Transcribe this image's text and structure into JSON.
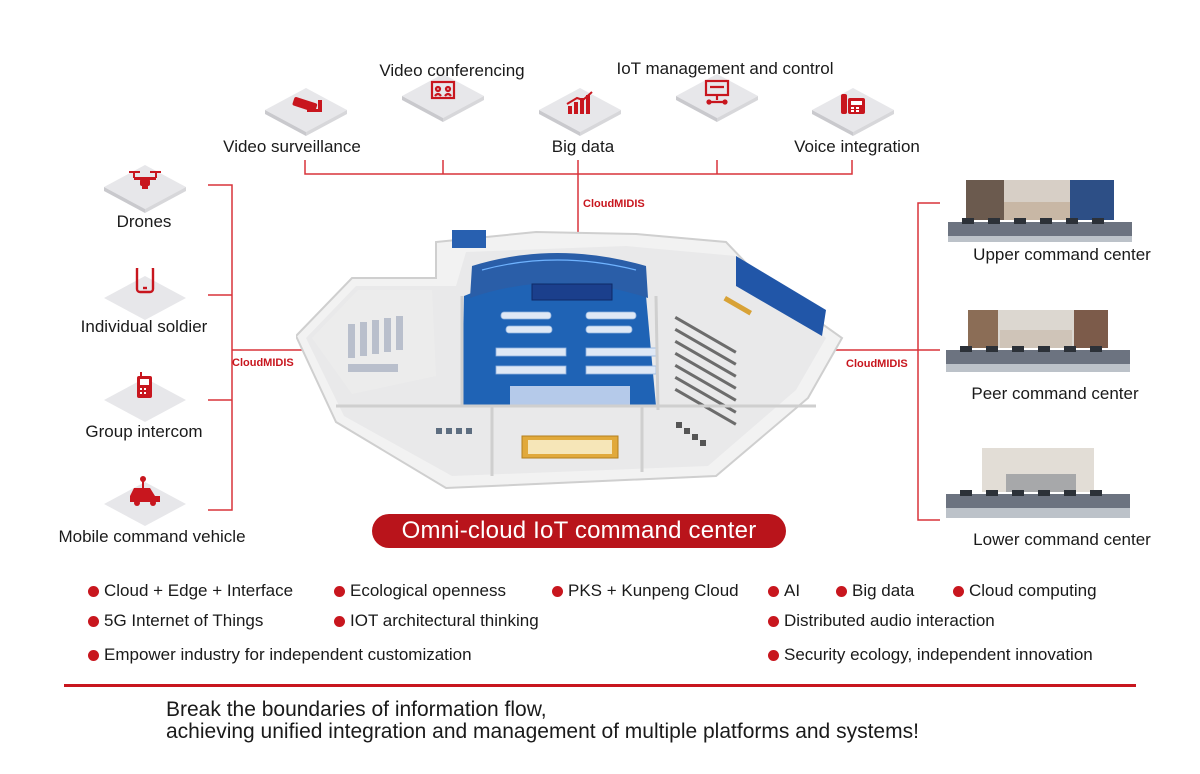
{
  "top_services": {
    "video_surveillance": "Video surveillance",
    "video_conferencing": "Video conferencing",
    "big_data": "Big data",
    "iot_management": "IoT management and control",
    "voice_integration": "Voice integration"
  },
  "left_terminals": {
    "drones": "Drones",
    "individual_soldier": "Individual soldier",
    "group_intercom": "Group intercom",
    "mobile_command_vehicle": "Mobile command vehicle"
  },
  "right_centers": {
    "upper": "Upper command center",
    "peer": "Peer command center",
    "lower": "Lower command center"
  },
  "cloud_tags": {
    "top": "CloudMIDIS",
    "left": "CloudMIDIS",
    "right": "CloudMIDIS"
  },
  "banner": "Omni-cloud IoT command center",
  "features": {
    "f1": "Cloud + Edge + Interface",
    "f2": "Ecological openness",
    "f3": "PKS + Kunpeng Cloud",
    "f4": "AI",
    "f5": "Big data",
    "f6": "Cloud computing",
    "f7": "5G Internet of Things",
    "f8": "IOT architectural thinking",
    "f9": "Distributed audio interaction",
    "f10": "Empower industry for independent customization",
    "f11": "Security ecology, independent innovation"
  },
  "slogan": {
    "line1": "Break the boundaries of information flow,",
    "line2": "achieving unified integration and management of multiple platforms and systems!"
  },
  "colors": {
    "accent": "#c8161e",
    "tile": "#e6e6e8",
    "floor_blue": "#1f63b5"
  }
}
